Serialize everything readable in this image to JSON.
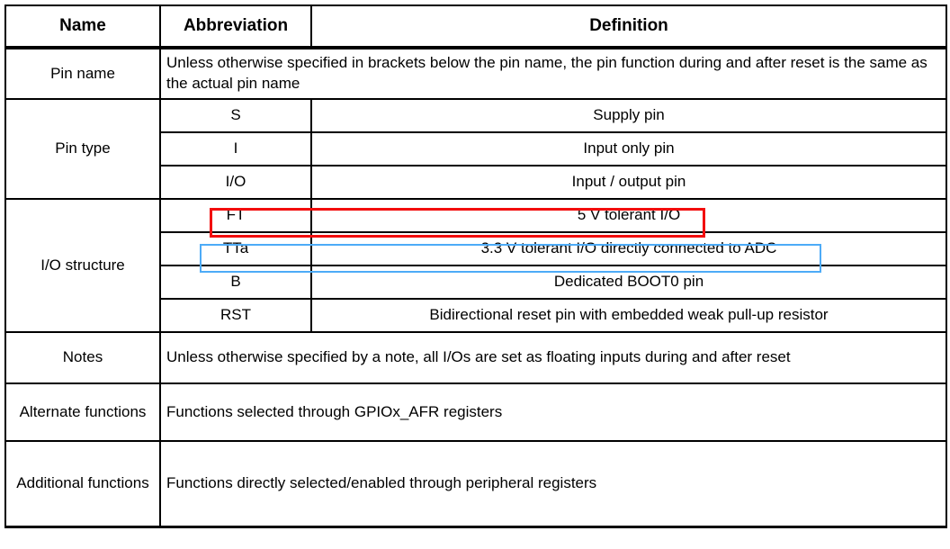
{
  "table": {
    "columns": {
      "name": "Name",
      "abbreviation": "Abbreviation",
      "definition": "Definition"
    },
    "rows": [
      {
        "name": "Pin name",
        "definition": "Unless otherwise specified in brackets below the pin name, the pin function during and after reset is the same as the actual pin name"
      },
      {
        "name": "Pin type",
        "entries": [
          {
            "abbr": "S",
            "def": "Supply pin"
          },
          {
            "abbr": "I",
            "def": "Input only pin"
          },
          {
            "abbr": "I/O",
            "def": "Input / output pin"
          }
        ]
      },
      {
        "name": "I/O structure",
        "entries": [
          {
            "abbr": "FT",
            "def": "5 V tolerant I/O",
            "highlight": "red"
          },
          {
            "abbr": "TTa",
            "def": "3.3 V tolerant I/O directly connected to ADC",
            "highlight": "blue"
          },
          {
            "abbr": "B",
            "def": "Dedicated BOOT0 pin"
          },
          {
            "abbr": "RST",
            "def": "Bidirectional reset pin with embedded weak pull-up resistor"
          }
        ]
      },
      {
        "name": "Notes",
        "definition": "Unless otherwise specified by a note, all I/Os are set as floating inputs during and after reset"
      },
      {
        "name": "Alternate functions",
        "definition": "Functions selected through GPIOx_AFR registers"
      },
      {
        "name": "Additional functions",
        "definition": "Functions directly selected/enabled through peripheral registers"
      }
    ],
    "highlight_colors": {
      "red": "#f20d0d",
      "blue": "#4dabf7"
    }
  }
}
